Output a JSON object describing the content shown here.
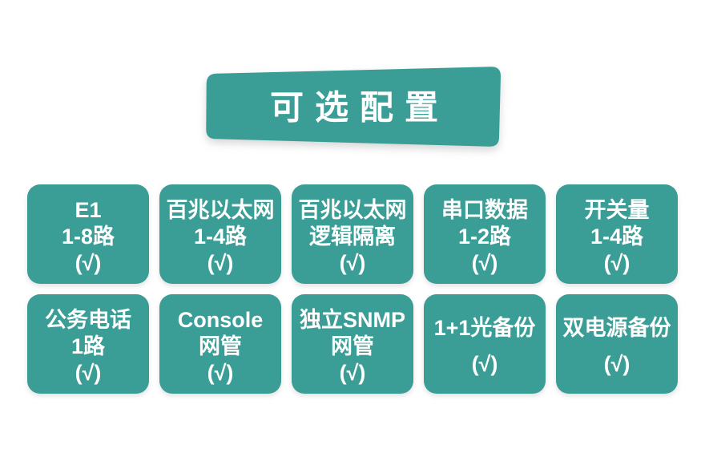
{
  "theme": {
    "teal": "#3a9e96",
    "text_on_teal": "#ffffff",
    "background": "#ffffff"
  },
  "banner": {
    "title": "可选配置"
  },
  "cards": [
    {
      "lines": [
        "E1",
        "1-8路",
        "(√)"
      ]
    },
    {
      "lines": [
        "百兆以太网",
        "1-4路",
        "(√)"
      ]
    },
    {
      "lines": [
        "百兆以太网",
        "逻辑隔离",
        "(√)"
      ]
    },
    {
      "lines": [
        "串口数据",
        "1-2路",
        "(√)"
      ]
    },
    {
      "lines": [
        "开关量",
        "1-4路",
        "(√)"
      ]
    },
    {
      "lines": [
        "公务电话",
        "1路",
        "(√)"
      ]
    },
    {
      "lines": [
        "Console",
        "网管",
        "(√)"
      ]
    },
    {
      "lines": [
        "独立SNMP",
        "网管",
        "(√)"
      ]
    },
    {
      "lines": [
        "1+1光备份",
        "(√)"
      ]
    },
    {
      "lines": [
        "双电源备份",
        "(√)"
      ]
    }
  ]
}
